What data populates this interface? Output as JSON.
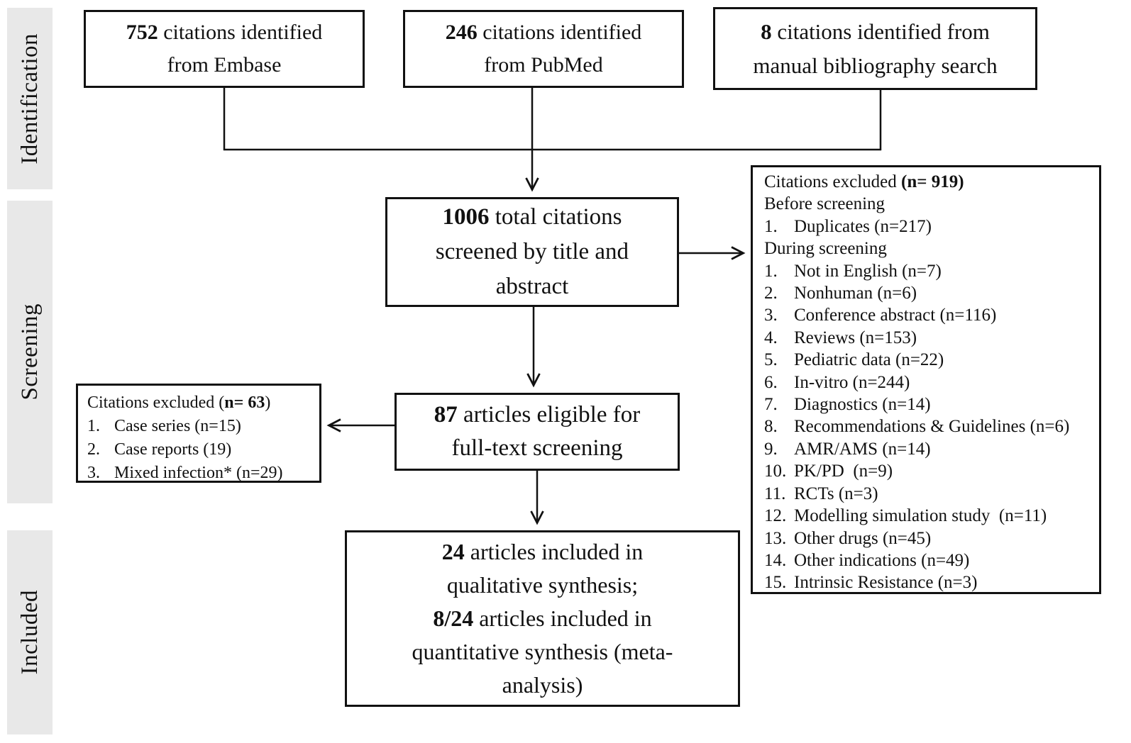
{
  "figure": {
    "colors": {
      "bar": "#e8e8e8",
      "line": "#111111"
    },
    "sidebar": {
      "labels": [
        {
          "text": "Identification"
        },
        {
          "text": "Screening"
        },
        {
          "text": "Included"
        }
      ]
    },
    "boxes": {
      "embase": {
        "lines": [
          {
            "bold": "752",
            "rest": " citations identified"
          },
          {
            "bold": "",
            "rest": "from Embase"
          }
        ]
      },
      "pubmed": {
        "lines": [
          {
            "bold": "246",
            "rest": " citations identified"
          },
          {
            "bold": "",
            "rest": "from PubMed"
          }
        ]
      },
      "manual": {
        "lines": [
          {
            "bold": "8",
            "rest": " citations identified from"
          },
          {
            "bold": "",
            "rest": "manual bibliography search"
          }
        ]
      },
      "screened": {
        "lines": [
          {
            "bold": "1006",
            "rest": " total citations"
          },
          {
            "bold": "",
            "rest": "screened by title and"
          },
          {
            "bold": "",
            "rest": "abstract"
          }
        ]
      },
      "eligible": {
        "lines": [
          {
            "bold": "87",
            "rest": " articles eligible for"
          },
          {
            "bold": "",
            "rest": "full-text screening"
          }
        ]
      },
      "included": {
        "lines": [
          {
            "bold": "24",
            "rest": " articles included in"
          },
          {
            "bold": "",
            "rest": "qualitative synthesis;"
          },
          {
            "bold": "8/24",
            "rest": " articles included in"
          },
          {
            "bold": "",
            "rest": "quantitative synthesis (meta-"
          },
          {
            "bold": "",
            "rest": "analysis)"
          }
        ]
      },
      "excluded_left": {
        "title_prefix": "Citations excluded (",
        "title_bold": "n= 63",
        "title_suffix": ")",
        "items": [
          "Case series (n=15)",
          "Case reports (19)",
          "Mixed infection* (n=29)"
        ]
      },
      "excluded_right": {
        "title_prefix": "Citations excluded ",
        "title_bold": "(n= 919)",
        "title_suffix": "",
        "before_label": "Before screening",
        "before_items": [
          "Duplicates (n=217)"
        ],
        "during_label": "During screening",
        "during_items": [
          "Not in English (n=7)",
          "Nonhuman (n=6)",
          "Conference abstract (n=116)",
          "Reviews (n=153)",
          "Pediatric data (n=22)",
          "In-vitro (n=244)",
          "Diagnostics (n=14)",
          "Recommendations & Guidelines (n=6)",
          "AMR/AMS (n=14)",
          "PK/PD  (n=9)",
          "RCTs (n=3)",
          "Modelling simulation study  (n=11)",
          "Other drugs (n=45)",
          "Other indications (n=49)",
          "Intrinsic Resistance (n=3)"
        ]
      }
    }
  }
}
